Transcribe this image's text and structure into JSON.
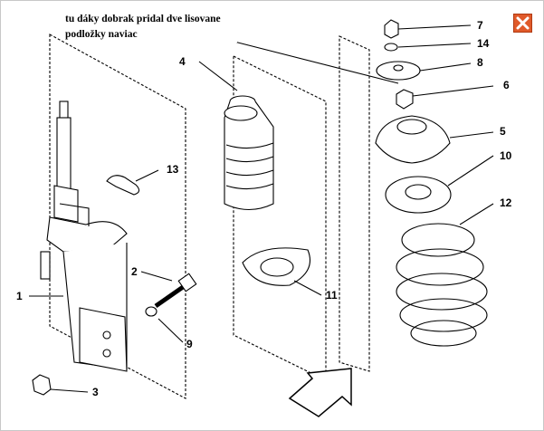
{
  "note": {
    "line1": "tu dáky dobrak pridal dve lisovane",
    "line2": "podložky naviac"
  },
  "close_icon": "close-icon",
  "callouts": [
    "1",
    "2",
    "3",
    "4",
    "5",
    "6",
    "7",
    "8",
    "9",
    "10",
    "11",
    "12",
    "13",
    "14"
  ],
  "colors": {
    "close_bg": "#e05a2a",
    "ink": "#000000"
  }
}
